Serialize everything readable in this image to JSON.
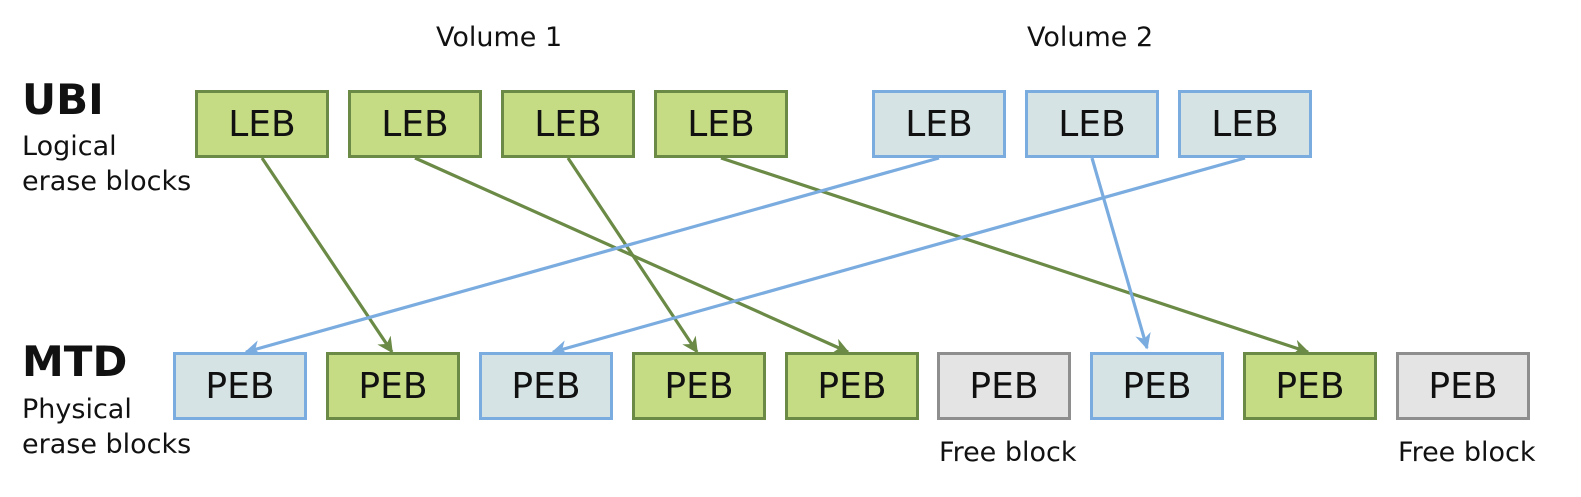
{
  "ubi": {
    "title": "UBI",
    "subtitle_line1": "Logical",
    "subtitle_line2": "erase blocks"
  },
  "mtd": {
    "title": "MTD",
    "subtitle_line1": "Physical",
    "subtitle_line2": "erase blocks"
  },
  "volumes": [
    {
      "label": "Volume 1"
    },
    {
      "label": "Volume 2"
    }
  ],
  "legend_colors": {
    "volume1": "#c5dc84",
    "volume1_border": "#6a8a46",
    "volume2": "#d6e3e4",
    "volume2_border": "#7bace0",
    "free": "#e4e4e4",
    "free_border": "#8e8e8e"
  },
  "lebs": [
    {
      "label": "LEB",
      "volume": 1,
      "maps_to_peb": 2
    },
    {
      "label": "LEB",
      "volume": 1,
      "maps_to_peb": 5
    },
    {
      "label": "LEB",
      "volume": 1,
      "maps_to_peb": 4
    },
    {
      "label": "LEB",
      "volume": 1,
      "maps_to_peb": 8
    },
    {
      "label": "LEB",
      "volume": 2,
      "maps_to_peb": 1
    },
    {
      "label": "LEB",
      "volume": 2,
      "maps_to_peb": 7
    },
    {
      "label": "LEB",
      "volume": 2,
      "maps_to_peb": 3
    }
  ],
  "pebs": [
    {
      "label": "PEB",
      "state": "volume2"
    },
    {
      "label": "PEB",
      "state": "volume1"
    },
    {
      "label": "PEB",
      "state": "volume2"
    },
    {
      "label": "PEB",
      "state": "volume1"
    },
    {
      "label": "PEB",
      "state": "volume1"
    },
    {
      "label": "PEB",
      "state": "free",
      "note": "Free block"
    },
    {
      "label": "PEB",
      "state": "volume2"
    },
    {
      "label": "PEB",
      "state": "volume1"
    },
    {
      "label": "PEB",
      "state": "free",
      "note": "Free block"
    }
  ]
}
